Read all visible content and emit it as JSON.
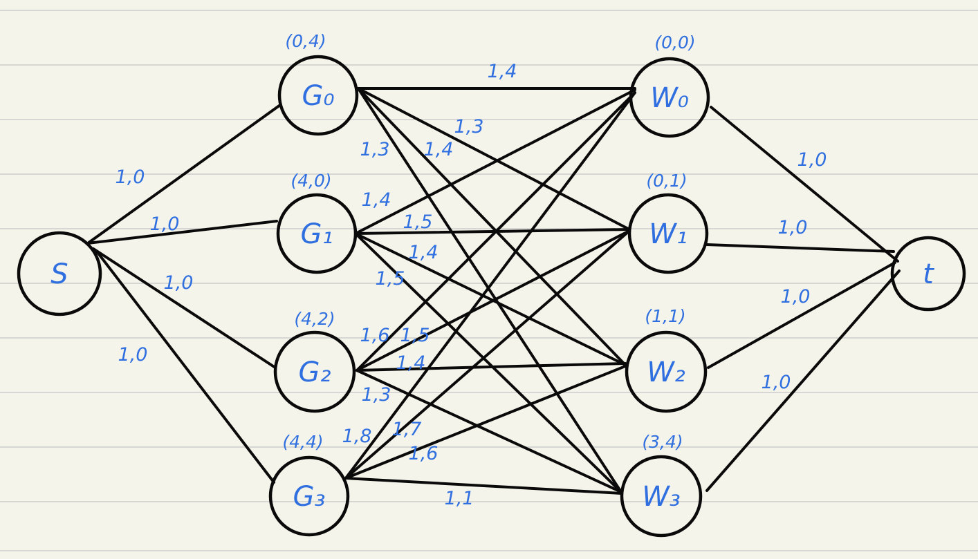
{
  "colors": {
    "paper": "#f5f4ea",
    "ruled_lines": "#d6d6d2",
    "ink": "#0a0a0a",
    "annotation": "#2f6fe0"
  },
  "nodes": {
    "s": {
      "label": "S"
    },
    "g0": {
      "label": "G₀",
      "coord": "(0,4)"
    },
    "g1": {
      "label": "G₁",
      "coord": "(4,0)"
    },
    "g2": {
      "label": "G₂",
      "coord": "(4,2)"
    },
    "g3": {
      "label": "G₃",
      "coord": "(4,4)"
    },
    "w0": {
      "label": "W₀",
      "coord": "(0,0)"
    },
    "w1": {
      "label": "W₁",
      "coord": "(0,1)"
    },
    "w2": {
      "label": "W₂",
      "coord": "(1,1)"
    },
    "w3": {
      "label": "W₃",
      "coord": "(3,4)"
    },
    "t": {
      "label": "t"
    }
  },
  "edge_labels": {
    "s_g0": "1,0",
    "s_g1": "1,0",
    "s_g2": "1,0",
    "s_g3": "1,0",
    "g0_w0": "1,4",
    "g0_w1": "1,3",
    "g0_w2": "1,4",
    "g0_w3": "1,3",
    "g1_w0": "1,4",
    "g1_w1": "1,5",
    "g1_w2": "1,4",
    "g1_w3": "1,5",
    "g2_w0": "1,6",
    "g2_w1": "1,5",
    "g2_w2": "1,4",
    "g2_w3": "1,3",
    "g3_w0": "1,8",
    "g3_w1": "1,7",
    "g3_w2": "1,6",
    "g3_w3": "1,1",
    "w0_t": "1,0",
    "w1_t": "1,0",
    "w2_t": "1,0",
    "w3_t": "1,0"
  }
}
